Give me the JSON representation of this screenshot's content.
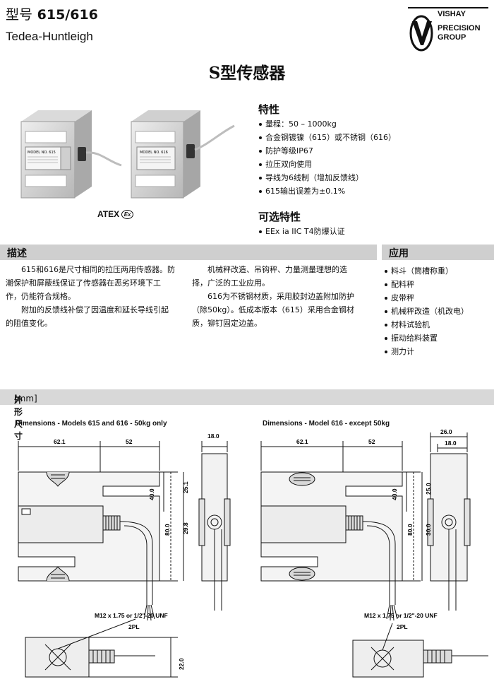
{
  "header": {
    "model_cn": "型号",
    "model_no": "615/616",
    "brand": "Tedea-Huntleigh",
    "logo_lines": [
      "VISHAY",
      "PRECISION",
      "GROUP"
    ]
  },
  "title": "S型传感器",
  "atex": "ATEX",
  "atex_symbol": "Ex",
  "features": {
    "heading": "特性",
    "items": [
      "量程：50 – 1000kg",
      "合金钢镀镍（615）或不锈钢（616）",
      "防护等级IP67",
      "拉压双向使用",
      "导线为6线制（增加反馈线）",
      "615输出误差为±0.1%"
    ]
  },
  "options": {
    "heading": "可选特性",
    "items": [
      "EEx ia IIC T4防爆认证"
    ]
  },
  "description": {
    "heading": "描述",
    "col1": [
      "615和616是尺寸相同的拉压两用传感器。防潮保护和屏蔽线保证了传感器在恶劣环境下工作，仍能符合规格。",
      "附加的反馈线补偿了因温度和延长导线引起的阻值变化。"
    ],
    "col2": [
      "机械秤改造、吊钩秤、力量测量理想的选择，广泛的工业应用。",
      "616为不锈钢材质，采用胶封边盖附加防护（除50kg）。低成本版本（615）采用合金钢材质，铆钉固定边盖。"
    ]
  },
  "applications": {
    "heading": "应用",
    "items": [
      "料斗（筒槽称重）",
      "配料秤",
      "皮带秤",
      "机械秤改造（机改电）",
      "材料试验机",
      "振动给料装置",
      "测力计"
    ]
  },
  "dimensions": {
    "heading": "外形尺寸",
    "unit": "[mm]",
    "left": {
      "title": "Dimensions - Models 615 and 616 - 50kg only",
      "dims": [
        "62.1",
        "52",
        "18.0",
        "40.0",
        "25.1",
        "80.0",
        "29.8",
        "22.0"
      ],
      "thread": "M12 x 1.75 or 1/2\"-20 UNF",
      "qty": "2PL"
    },
    "right": {
      "title": "Dimensions - Model 616 - except 50kg",
      "dims": [
        "62.1",
        "52",
        "26.0",
        "18.0",
        "40.0",
        "25.0",
        "80.0",
        "30.0"
      ],
      "thread": "M12 x 1.75 or 1/2\"-20 UNF",
      "qty": "2PL"
    }
  }
}
